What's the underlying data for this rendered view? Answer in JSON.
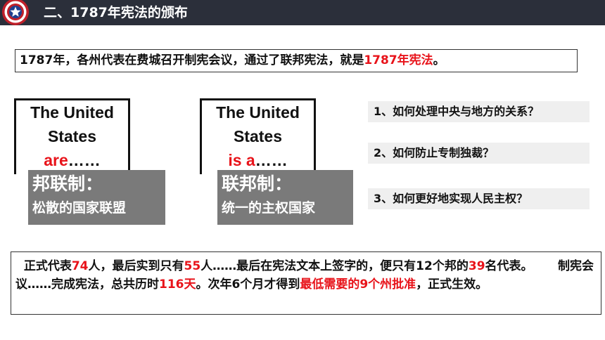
{
  "header": {
    "title": "二、1787年宪法的颁布",
    "badge_icon": "star-shield-icon",
    "bar_color": "#2b2f3a"
  },
  "intro": {
    "text": "1787年，各州代表在费城召开制宪会议，通过了联邦宪法，就是",
    "highlight": "1787年宪法",
    "end": "。"
  },
  "cards": [
    {
      "line1": "The United",
      "line2": "States",
      "line3_red": "are",
      "line3_black": "……",
      "heading": "邦联制：",
      "description": "松散的国家联盟"
    },
    {
      "line1": "The United",
      "line2": "States",
      "line3_red": "is a",
      "line3_black": "……",
      "heading": "联邦制：",
      "description": "统一的主权国家"
    }
  ],
  "questions": [
    "1、如何处理中央与地方的关系？",
    "2、如何防止专制独裁？",
    "3、如何更好地实现人民主权？"
  ],
  "note": {
    "s1": "正式代表",
    "n1": "74",
    "s2": "人，最后实到只有",
    "n2": "55",
    "s3": "人……最后在宪法文本上签字的，便只有12个邦的",
    "n3": "39",
    "s4": "名代表。",
    "s5": "制宪会议……完成宪法，总共历时",
    "n4": "116天",
    "s6": "。次年6个月才得到",
    "n5": "最低需要的9个州批准",
    "s7": "，正式生效。"
  },
  "colors": {
    "accent_red": "#e8131a",
    "gray_box": "#7a7a7a",
    "question_bg": "#efefef"
  }
}
